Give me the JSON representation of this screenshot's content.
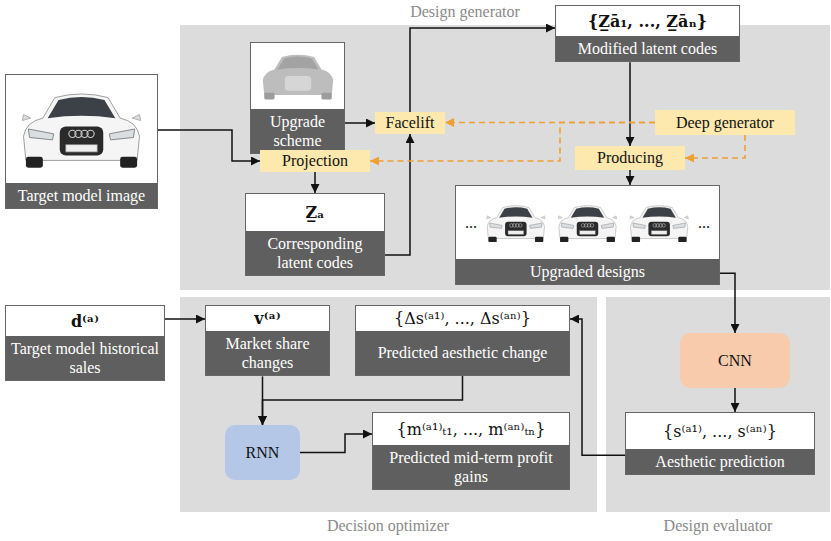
{
  "diagram": {
    "nodes": [
      {
        "text": [
          "Target model image"
        ]
      },
      {
        "text": [
          "Design generator"
        ]
      },
      {
        "text": [
          "Upgrade scheme"
        ],
        "in": 1
      },
      {
        "text": [
          "{Z̲ā₁, ..., Z̲āₙ}",
          "Modified latent codes"
        ],
        "in": 1
      },
      {
        "text": [
          "Projection"
        ],
        "in": 1
      },
      {
        "text": [
          "Facelift"
        ],
        "in": 1
      },
      {
        "text": [
          "Deep generator"
        ],
        "in": 1
      },
      {
        "text": [
          "Producing"
        ],
        "in": 1
      },
      {
        "text": [
          "Z̲ₐ",
          "Corresponding latent codes"
        ],
        "in": 1
      },
      {
        "text": [
          "...",
          "...",
          "Upgraded designs"
        ],
        "in": 1
      },
      {
        "text": [
          "d⁽ᵃ⁾",
          "Target model historical sales"
        ]
      },
      {
        "text": [
          "Decision optimizer"
        ]
      },
      {
        "text": [
          "v⁽ᵃ⁾",
          "Market share changes"
        ],
        "in": 11
      },
      {
        "text": [
          "{Δs⁽ᵃ¹⁾, ..., Δs⁽ᵃⁿ⁾}",
          "Predicted aesthetic change"
        ],
        "in": 11
      },
      {
        "text": [
          "RNN"
        ],
        "in": 11
      },
      {
        "text": [
          "{m⁽ᵃ¹⁾ₜ₁, ..., m⁽ᵃⁿ⁾ₜₙ}",
          "Predicted mid-term profit gains"
        ],
        "in": 11
      },
      {
        "text": [
          "Design evaluator"
        ]
      },
      {
        "text": [
          "CNN"
        ],
        "in": 16
      },
      {
        "text": [
          "{s⁽ᵃ¹⁾, ..., s⁽ᵃⁿ⁾}",
          "Aesthetic prediction"
        ],
        "in": 16
      }
    ],
    "edges": [
      {
        "from": 0,
        "to": 4,
        "arrow": "to"
      },
      {
        "from": 4,
        "to": 8,
        "arrow": "to"
      },
      {
        "from": 8,
        "to": 5,
        "arrow": "to"
      },
      {
        "from": 2,
        "to": 5,
        "arrow": "to"
      },
      {
        "from": 5,
        "to": 3,
        "arrow": "to"
      },
      {
        "from": 3,
        "to": 7,
        "arrow": "to"
      },
      {
        "from": 7,
        "to": 9,
        "arrow": "to"
      },
      {
        "from": 6,
        "to": 5,
        "arrow": "to"
      },
      {
        "from": 6,
        "to": 4,
        "arrow": "to"
      },
      {
        "from": 6,
        "to": 7,
        "arrow": "to"
      },
      {
        "from": 9,
        "to": 17,
        "arrow": "to"
      },
      {
        "from": 17,
        "to": 18,
        "arrow": "to"
      },
      {
        "from": 18,
        "to": 13,
        "arrow": "to"
      },
      {
        "from": 10,
        "to": 12,
        "arrow": "to"
      },
      {
        "from": 12,
        "to": 14,
        "arrow": "to"
      },
      {
        "from": 13,
        "to": 14,
        "arrow": "to"
      },
      {
        "from": 14,
        "to": 15,
        "arrow": "to"
      }
    ]
  }
}
